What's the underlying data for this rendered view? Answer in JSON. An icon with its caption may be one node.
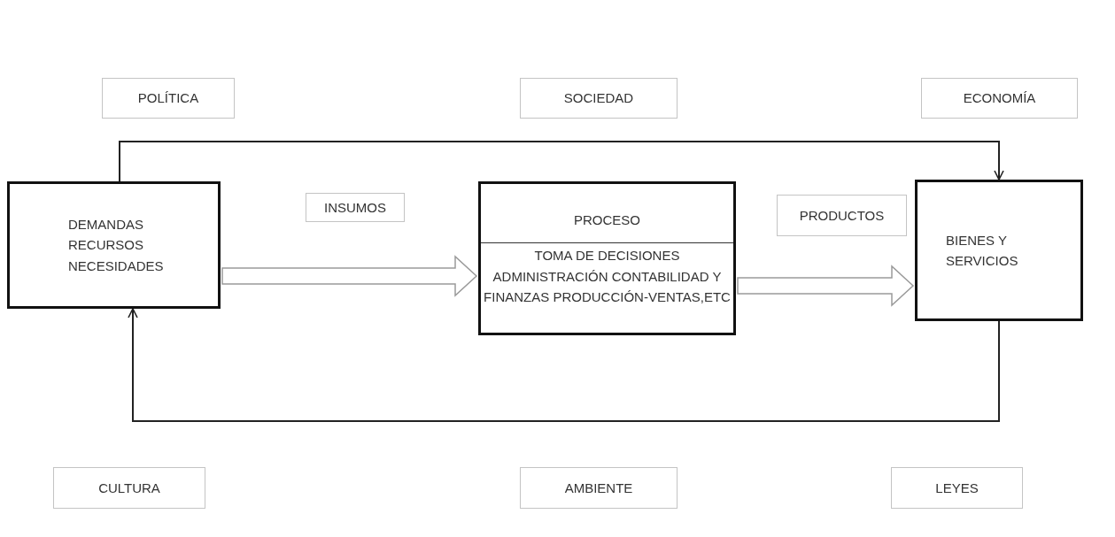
{
  "diagram": {
    "nodes": [
      {
        "text": [
          "POLÍTICA"
        ]
      },
      {
        "text": [
          "SOCIEDAD"
        ]
      },
      {
        "text": [
          "ECONOMÍA"
        ]
      },
      {
        "text": [
          "DEMANDAS RECURSOS NECESIDADES"
        ]
      },
      {
        "text": [
          "INSUMOS"
        ]
      },
      {
        "text": [
          "PROCESO",
          "TOMA DE DECISIONES ADMINISTRACIÓN CONTABILIDAD Y FINANZAS PRODUCCIÓN-VENTAS,ETC"
        ]
      },
      {
        "text": [
          "PRODUCTOS"
        ]
      },
      {
        "text": [
          "BIENES Y SERVICIOS"
        ]
      },
      {
        "text": [
          "CULTURA"
        ]
      },
      {
        "text": [
          "AMBIENTE"
        ]
      },
      {
        "text": [
          "LEYES"
        ]
      }
    ],
    "edges": [
      {
        "from": 3,
        "to": 7,
        "arrow": "to"
      },
      {
        "from": 7,
        "to": 3,
        "arrow": "to"
      },
      {
        "from": 3,
        "to": 5,
        "arrow": "to",
        "style": "thick"
      },
      {
        "from": 5,
        "to": 7,
        "arrow": "to",
        "style": "thick"
      }
    ]
  }
}
